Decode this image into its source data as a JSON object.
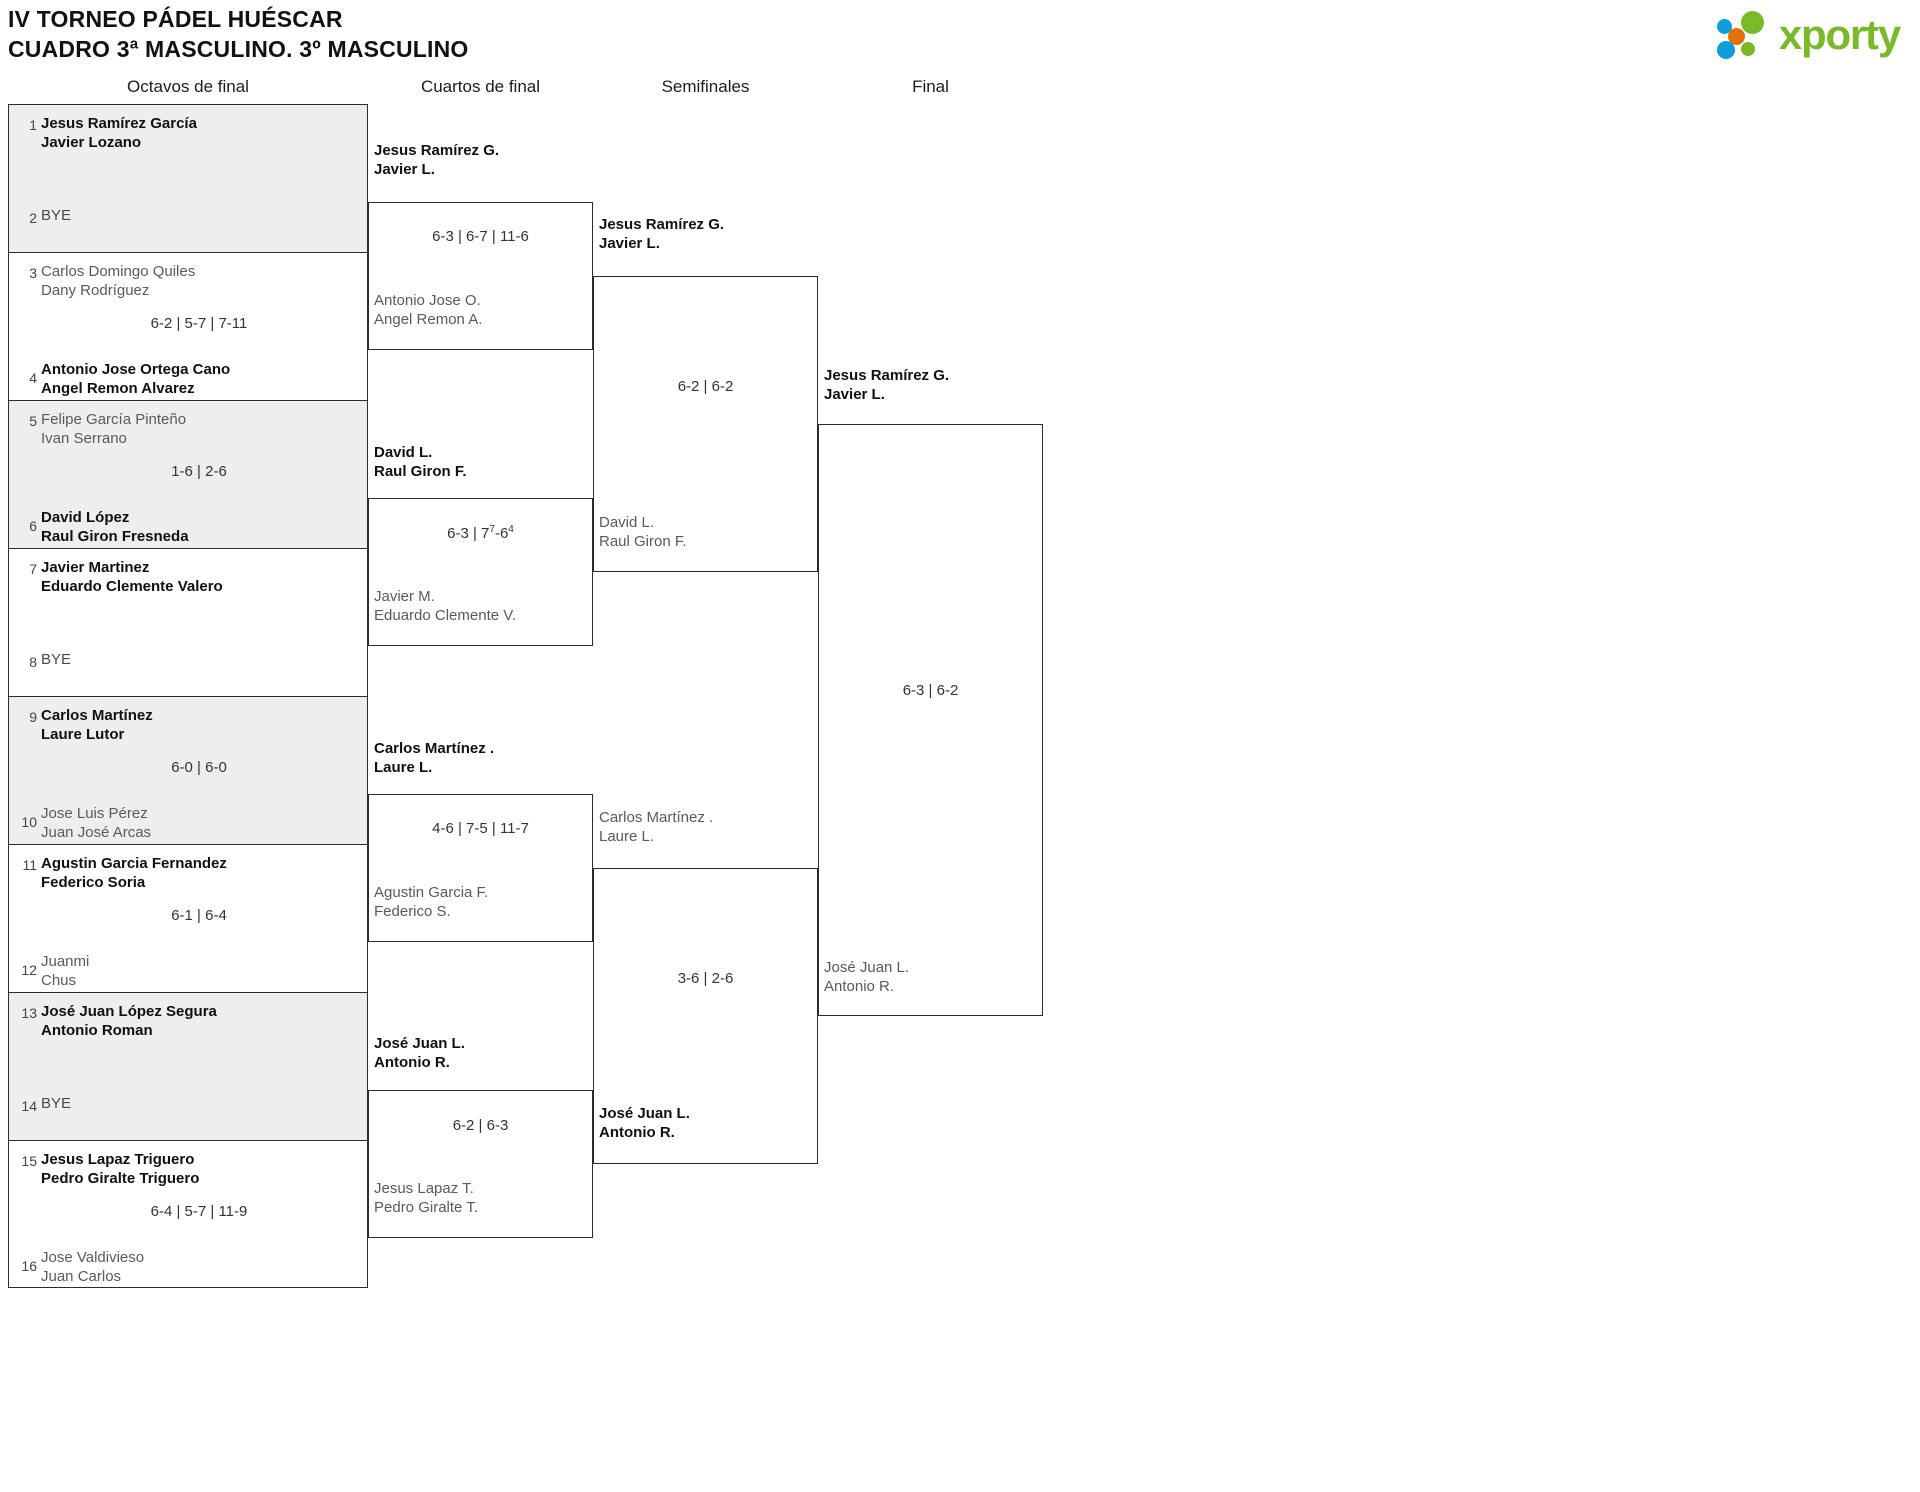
{
  "header": {
    "title_line1": "IV TORNEO PÁDEL HUÉSCAR",
    "title_line2": "CUADRO 3ª MASCULINO. 3º MASCULINO",
    "logo_text": "xporty",
    "logo_colors": {
      "green": "#7ab929",
      "blue": "#0d9ddb",
      "orange": "#e2710c"
    }
  },
  "rounds": [
    {
      "label": "Octavos de final"
    },
    {
      "label": "Cuartos de final"
    },
    {
      "label": "Semifinales"
    },
    {
      "label": "Final"
    }
  ],
  "round1": [
    {
      "seed_top": "1",
      "top_line1": "Jesus Ramírez García",
      "top_line2": "Javier Lozano",
      "top_result": "win",
      "seed_bottom": "2",
      "bottom_line1": "BYE",
      "bottom_line2": "",
      "bottom_result": "bye",
      "score": "",
      "shaded": true
    },
    {
      "seed_top": "3",
      "top_line1": "Carlos Domingo Quiles",
      "top_line2": "Dany Rodríguez",
      "top_result": "lose",
      "seed_bottom": "4",
      "bottom_line1": "Antonio Jose Ortega Cano",
      "bottom_line2": "Angel Remon Alvarez",
      "bottom_result": "win",
      "score": "6-2 | 5-7 | 7-11",
      "shaded": false
    },
    {
      "seed_top": "5",
      "top_line1": "Felipe García Pinteño",
      "top_line2": "Ivan Serrano",
      "top_result": "lose",
      "seed_bottom": "6",
      "bottom_line1": "David López",
      "bottom_line2": "Raul Giron Fresneda",
      "bottom_result": "win",
      "score": "1-6 | 2-6",
      "shaded": true
    },
    {
      "seed_top": "7",
      "top_line1": "Javier Martinez",
      "top_line2": "Eduardo Clemente Valero",
      "top_result": "win",
      "seed_bottom": "8",
      "bottom_line1": "BYE",
      "bottom_line2": "",
      "bottom_result": "bye",
      "score": "",
      "shaded": false
    },
    {
      "seed_top": "9",
      "top_line1": "Carlos Martínez",
      "top_line2": "Laure Lutor",
      "top_result": "win",
      "seed_bottom": "10",
      "bottom_line1": "Jose Luis Pérez",
      "bottom_line2": "Juan José Arcas",
      "bottom_result": "lose",
      "score": "6-0 | 6-0",
      "shaded": true
    },
    {
      "seed_top": "11",
      "top_line1": "Agustin Garcia Fernandez",
      "top_line2": "Federico Soria",
      "top_result": "win",
      "seed_bottom": "12",
      "bottom_line1": "Juanmi",
      "bottom_line2": "Chus",
      "bottom_result": "lose",
      "score": "6-1 | 6-4",
      "shaded": false
    },
    {
      "seed_top": "13",
      "top_line1": "José Juan López Segura",
      "top_line2": "Antonio Roman",
      "top_result": "win",
      "seed_bottom": "14",
      "bottom_line1": "BYE",
      "bottom_line2": "",
      "bottom_result": "bye",
      "score": "",
      "shaded": true
    },
    {
      "seed_top": "15",
      "top_line1": "Jesus Lapaz Triguero",
      "top_line2": "Pedro Giralte Triguero",
      "top_result": "win",
      "seed_bottom": "16",
      "bottom_line1": "Jose Valdivieso",
      "bottom_line2": "Juan Carlos",
      "bottom_result": "lose",
      "score": "6-4 | 5-7 | 11-9",
      "shaded": false
    }
  ],
  "round2": [
    {
      "top_line1": "Jesus Ramírez G.",
      "top_line2": "Javier L.",
      "top_result": "win",
      "bottom_line1": "Antonio Jose O.",
      "bottom_line2": "Angel Remon A.",
      "bottom_result": "lose",
      "score_plain": "6-3 | 6-7 | 11-6",
      "score_html": "6-3 | 6-7 | 11-6"
    },
    {
      "top_line1": "David L.",
      "top_line2": "Raul Giron F.",
      "top_result": "win",
      "bottom_line1": "Javier M.",
      "bottom_line2": "Eduardo Clemente V.",
      "bottom_result": "lose",
      "score_plain": "6-3 | 7(7)-6(4)",
      "score_html": "6-3 | 7<sup>7</sup>-6<sup>4</sup>"
    },
    {
      "top_line1": "Carlos Martínez .",
      "top_line2": "Laure L.",
      "top_result": "win",
      "bottom_line1": "Agustin Garcia F.",
      "bottom_line2": "Federico S.",
      "bottom_result": "lose",
      "score_plain": "4-6 | 7-5 | 11-7",
      "score_html": "4-6 | 7-5 | 11-7"
    },
    {
      "top_line1": "José Juan L.",
      "top_line2": "Antonio R.",
      "top_result": "win",
      "bottom_line1": "Jesus Lapaz T.",
      "bottom_line2": "Pedro Giralte T.",
      "bottom_result": "lose",
      "score_plain": "6-2 | 6-3",
      "score_html": "6-2 | 6-3"
    }
  ],
  "round3": [
    {
      "top_line1": "Jesus Ramírez G.",
      "top_line2": "Javier L.",
      "top_result": "win",
      "bottom_line1": "David L.",
      "bottom_line2": "Raul Giron F.",
      "bottom_result": "lose",
      "score_plain": "6-2 | 6-2",
      "score_html": "6-2 | 6-2"
    },
    {
      "top_line1": "Carlos Martínez .",
      "top_line2": "Laure L.",
      "top_result": "lose",
      "bottom_line1": "José Juan L.",
      "bottom_line2": "Antonio R.",
      "bottom_result": "win",
      "score_plain": "3-6 | 2-6",
      "score_html": "3-6 | 2-6"
    }
  ],
  "round4": [
    {
      "top_line1": "Jesus Ramírez G.",
      "top_line2": "Javier L.",
      "top_result": "win",
      "bottom_line1": "José Juan L.",
      "bottom_line2": "Antonio R.",
      "bottom_result": "lose",
      "score_plain": "6-3 | 6-2",
      "score_html": "6-3 | 6-2"
    }
  ]
}
